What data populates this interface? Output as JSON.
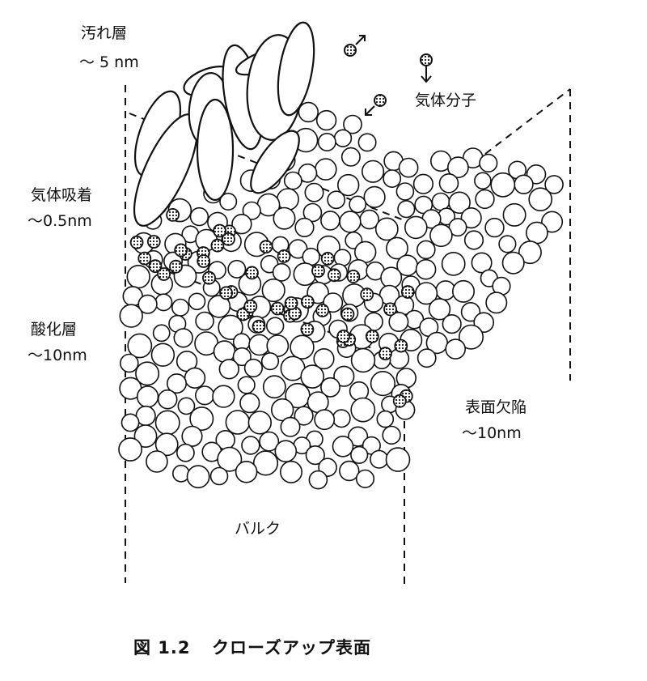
{
  "labels": {
    "dirt_layer": "汚れ層",
    "dirt_thickness": "～ 5 nm",
    "gas_molecules": "気体分子",
    "gas_adsorption": "気体吸着",
    "gas_adsorption_thickness": "～0.5nm",
    "oxide_layer": "酸化層",
    "oxide_thickness": "～10nm",
    "surface_defect": "表面欠陥",
    "surface_defect_thickness": "～10nm",
    "bulk": "バルク"
  },
  "caption": {
    "number": "図 1.2",
    "title": "クローズアップ表面"
  },
  "colors": {
    "ink": "#111111",
    "paper": "#ffffff"
  }
}
